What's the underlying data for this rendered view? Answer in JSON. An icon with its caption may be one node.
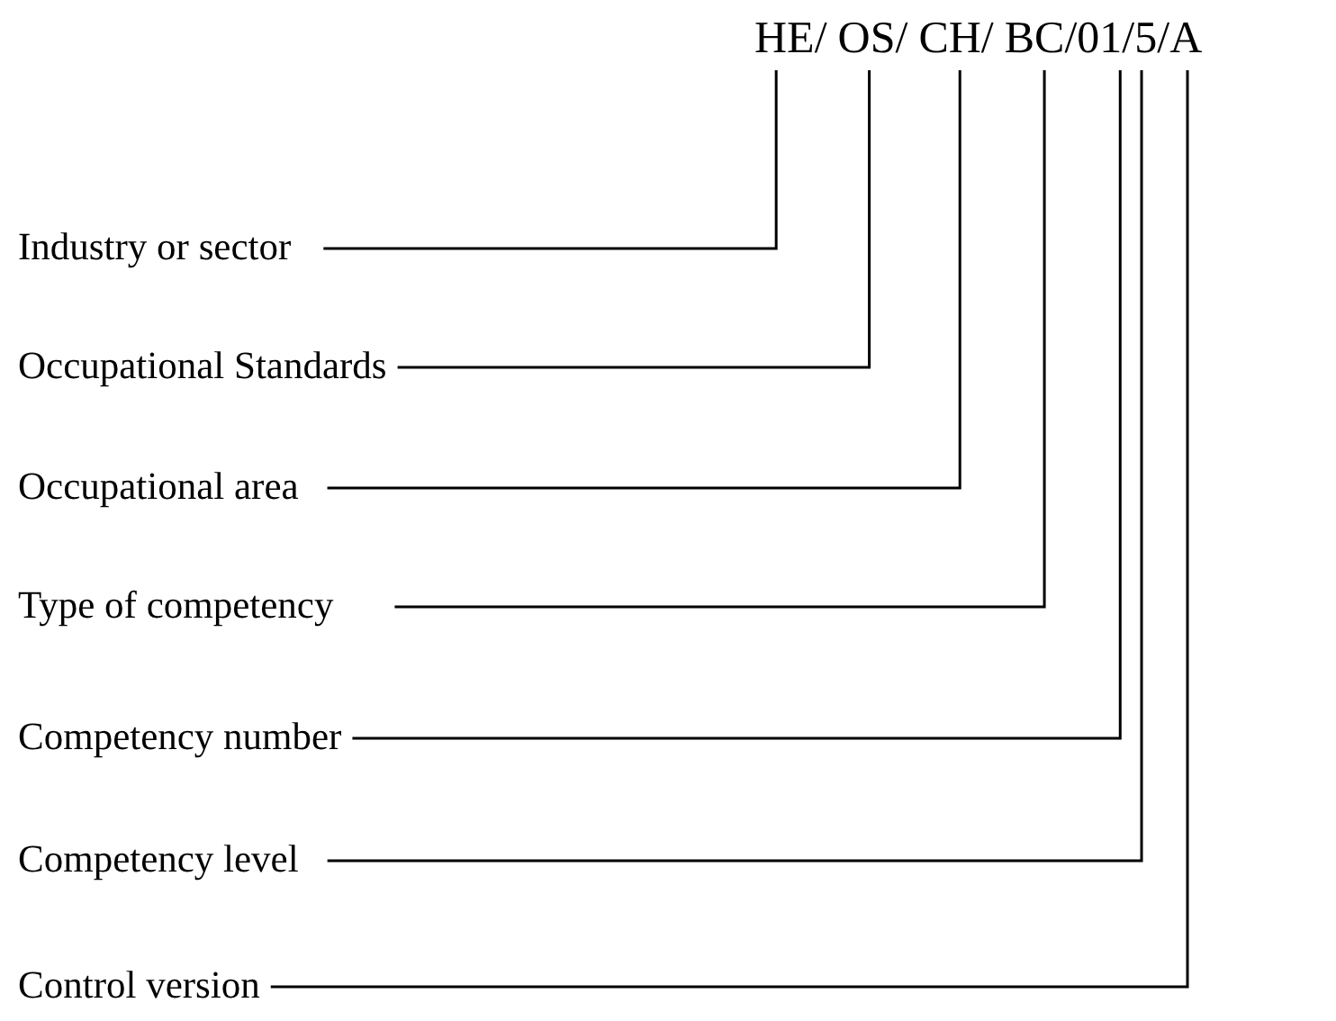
{
  "diagram": {
    "nodes": [
      {
        "text": [
          "HE/"
        ]
      },
      {
        "text": [
          "OS/"
        ]
      },
      {
        "text": [
          "CH/"
        ]
      },
      {
        "text": [
          "BC/"
        ]
      },
      {
        "text": [
          "01/"
        ]
      },
      {
        "text": [
          "5/"
        ]
      },
      {
        "text": [
          "A"
        ]
      },
      {
        "text": [
          "Industry or sector"
        ]
      },
      {
        "text": [
          "Occupational Standards"
        ]
      },
      {
        "text": [
          "Occupational area"
        ]
      },
      {
        "text": [
          "Type of competency"
        ]
      },
      {
        "text": [
          "Competency number"
        ]
      },
      {
        "text": [
          "Competency level"
        ]
      },
      {
        "text": [
          "Control version"
        ]
      }
    ],
    "edges": [
      {
        "from": 7,
        "to": 0,
        "arrow": "none"
      },
      {
        "from": 8,
        "to": 1,
        "arrow": "none"
      },
      {
        "from": 9,
        "to": 2,
        "arrow": "none"
      },
      {
        "from": 10,
        "to": 3,
        "arrow": "none"
      },
      {
        "from": 11,
        "to": 4,
        "arrow": "none"
      },
      {
        "from": 12,
        "to": 5,
        "arrow": "none"
      },
      {
        "from": 13,
        "to": 6,
        "arrow": "none"
      }
    ]
  }
}
